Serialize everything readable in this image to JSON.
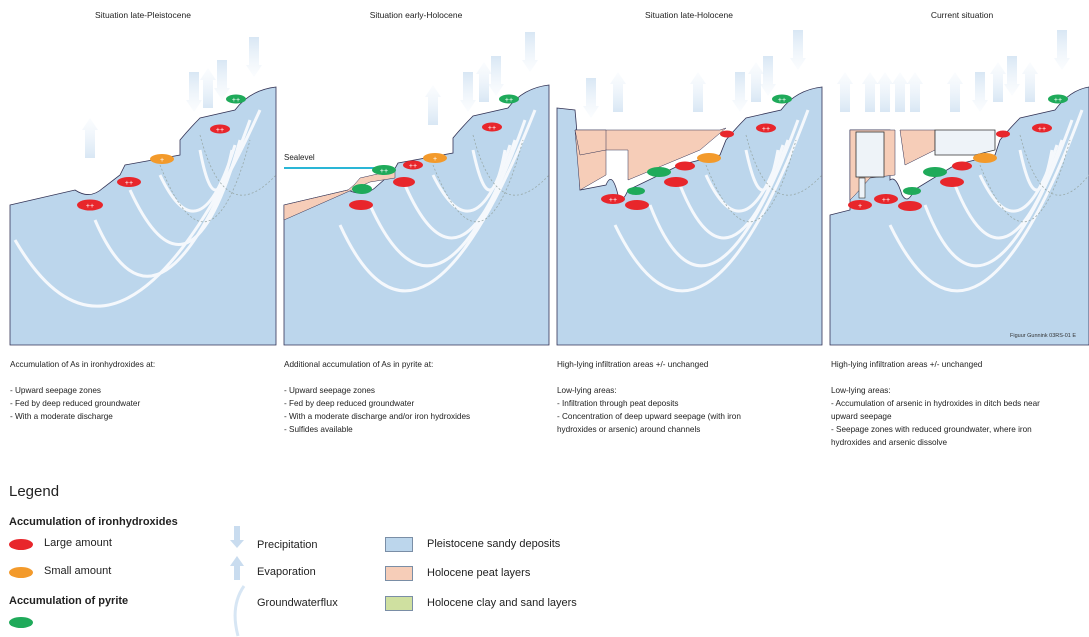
{
  "panels": [
    {
      "title": "Situation late-Pleistocene",
      "desc": [
        "Accumulation of As in ironhydroxides at:",
        "",
        "- Upward seepage zones",
        "- Fed by deep reduced groundwater",
        "- With a moderate discharge"
      ]
    },
    {
      "title": "Situation early-Holocene",
      "desc": [
        "Additional accumulation of As in pyrite at:",
        "",
        "- Upward seepage zones",
        "- Fed by deep reduced groundwater",
        "- With a moderate discharge and/or iron hydroxides",
        "- Sulfides available"
      ]
    },
    {
      "title": "Situation late-Holocene",
      "desc": [
        "High-lying infiltration areas +/- unchanged",
        "",
        "Low-lying areas:",
        "- Infiltration through peat deposits",
        "- Concentration of deep upward seepage (with iron",
        "  hydroxides or arsenic) around channels"
      ]
    },
    {
      "title": "Current situation",
      "desc": [
        "High-lying infiltration areas +/- unchanged",
        "",
        "Low-lying areas:",
        "- Accumulation of arsenic in hydroxides in ditch beds near",
        "  upward seepage",
        "- Seepage zones with reduced groundwater, where iron",
        "  hydroxides and arsenic dissolve"
      ]
    }
  ],
  "sealevel_label": "Sealevel",
  "credit": "Figuur Gunnink 03RS-01 E",
  "markers": {
    "double_plus": "++",
    "single_plus": "+"
  },
  "legend": {
    "title": "Legend",
    "ironhydroxides_heading": "Accumulation of ironhydroxides",
    "large_amount": "Large amount",
    "small_amount": "Small amount",
    "pyrite_heading": "Accumulation of pyrite",
    "precipitation": "Precipitation",
    "evaporation": "Evaporation",
    "groundwaterflux": "Groundwaterflux",
    "pleistocene": "Pleistocene sandy deposits",
    "holocene_peat": "Holocene peat layers",
    "holocene_clay": "Holocene clay and sand layers"
  },
  "colors": {
    "pleistocene": "#bcd6ec",
    "peat": "#f6cdb8",
    "clay": "#cfe0a0",
    "iron_large": "#e8262b",
    "iron_small": "#f39a2b",
    "pyrite": "#1faa5a",
    "sealevel": "#2ab6d6"
  }
}
